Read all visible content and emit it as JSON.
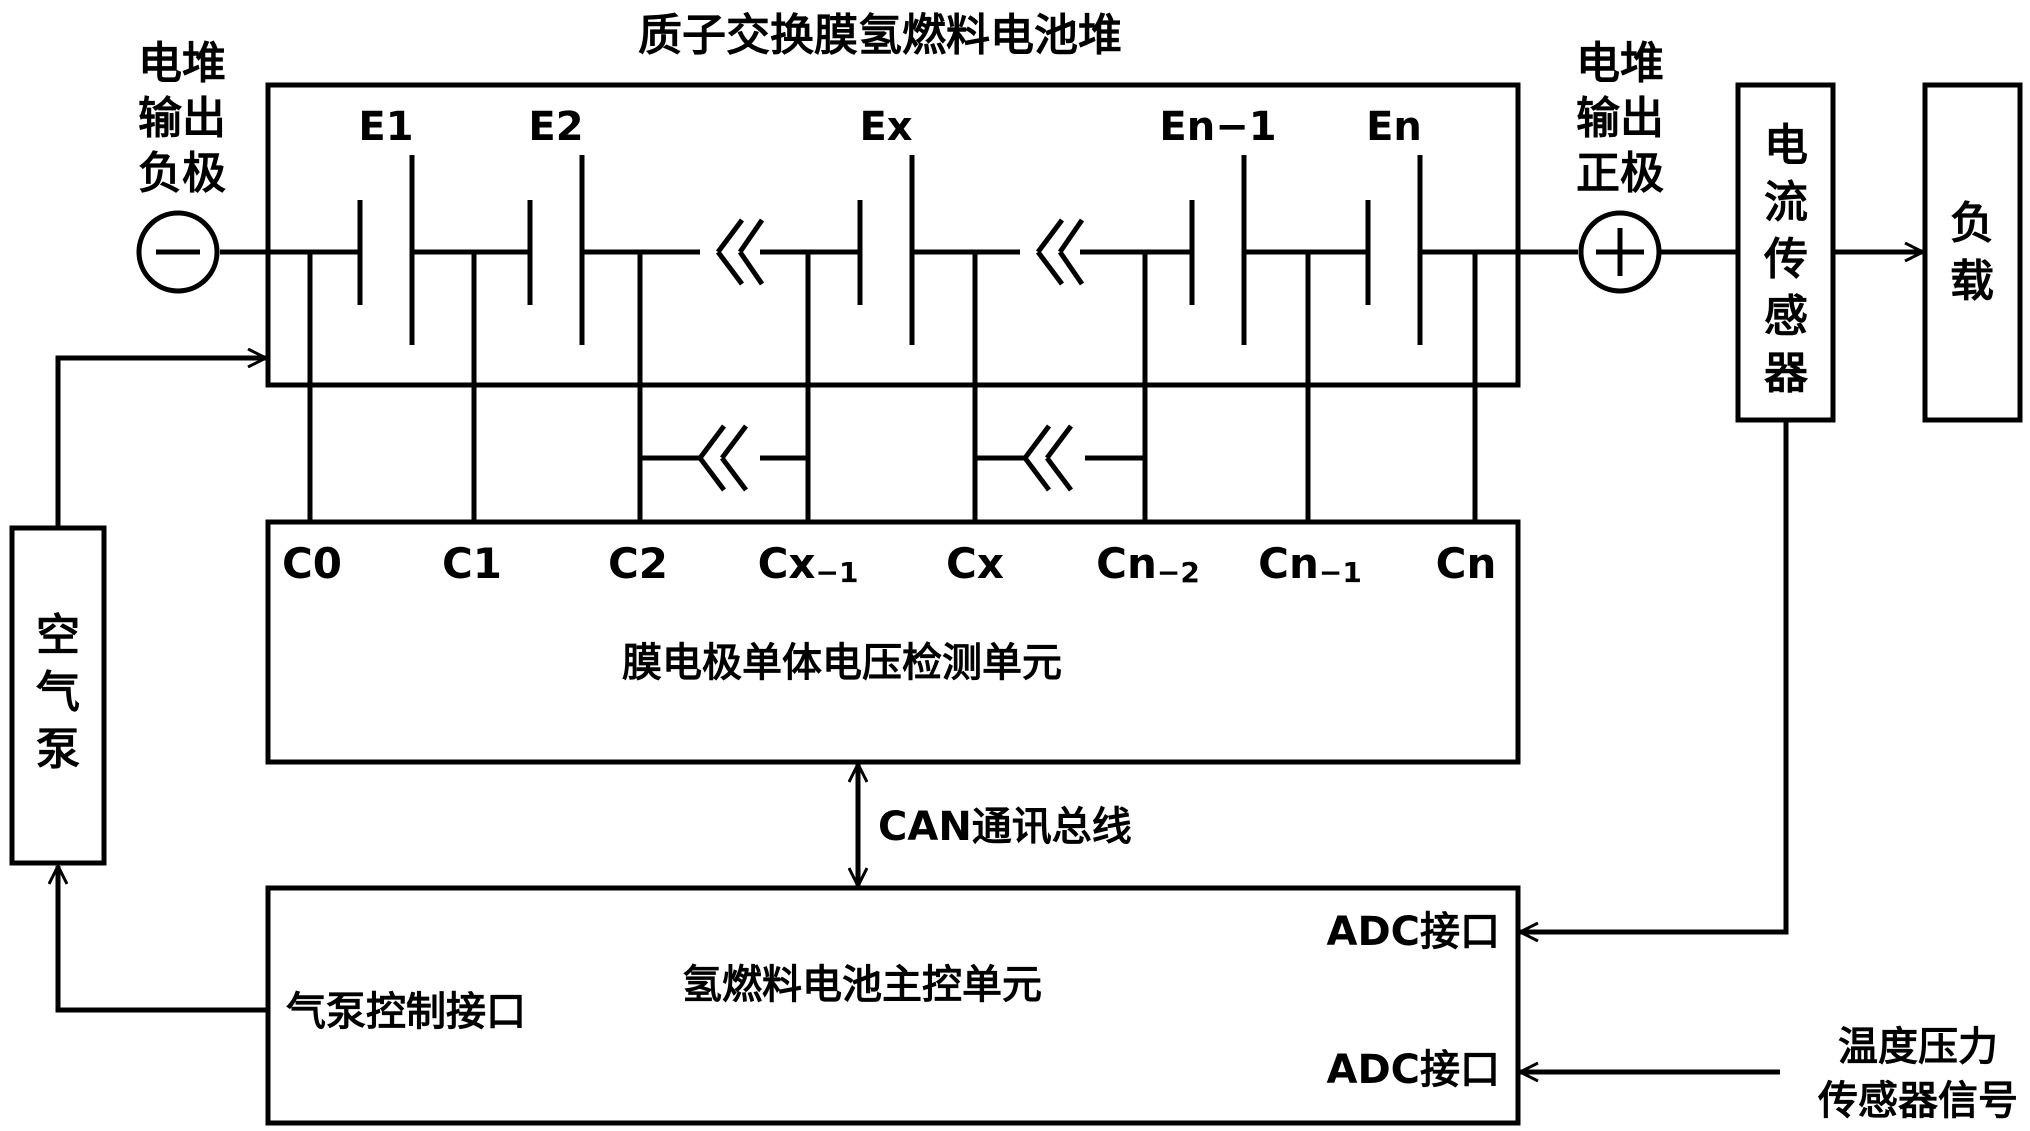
{
  "stack_title": "质子交换膜氢燃料电池堆",
  "negative_terminal": {
    "lines": [
      "电堆",
      "输出",
      "负极"
    ],
    "symbol": "−"
  },
  "positive_terminal": {
    "lines": [
      "电堆",
      "输出",
      "正极"
    ],
    "symbol": "+"
  },
  "cells": [
    "E1",
    "E2",
    "Ex",
    "En−1",
    "En"
  ],
  "taps": [
    {
      "main": "C0",
      "sub": ""
    },
    {
      "main": "C1",
      "sub": ""
    },
    {
      "main": "C2",
      "sub": ""
    },
    {
      "main": "Cx",
      "sub": "−1"
    },
    {
      "main": "Cx",
      "sub": ""
    },
    {
      "main": "Cn",
      "sub": "−2"
    },
    {
      "main": "Cn",
      "sub": "−1"
    },
    {
      "main": "Cn",
      "sub": ""
    }
  ],
  "voltage_unit": "膜电极单体电压检测单元",
  "current_sensor": [
    "电",
    "流",
    "传",
    "感",
    "器"
  ],
  "load": [
    "负",
    "载"
  ],
  "air_pump": [
    "空",
    "气",
    "泵"
  ],
  "can_bus": "CAN通讯总线",
  "main_controller": "氢燃料电池主控单元",
  "adc_interface_1": "ADC接口",
  "adc_interface_2": "ADC接口",
  "pump_control_interface": "气泵控制接口",
  "temp_pressure_signal": [
    "温度压力",
    "传感器信号"
  ],
  "colors": {
    "stroke": "#000000",
    "background": "#ffffff"
  }
}
